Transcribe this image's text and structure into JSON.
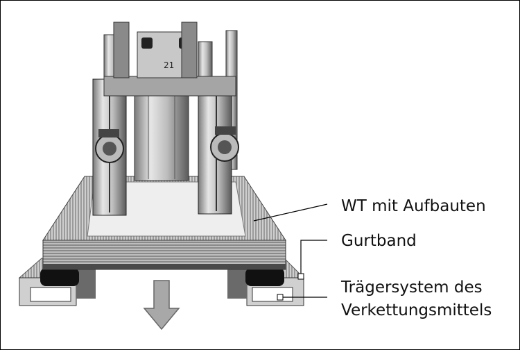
{
  "labels": {
    "wt": "WT mit Aufbauten",
    "gurtband": "Gurtband",
    "traeger_line1": "Trägersystem des",
    "traeger_line2": "Verkettungsmittels"
  },
  "marks": {
    "upright_text": "21"
  },
  "colors": {
    "frame": "#000000",
    "metal_light": "#d8d8d8",
    "metal_mid": "#9a9a9a",
    "metal_dark": "#3a3a3a",
    "belt_black": "#111111",
    "arrow_fill": "#a8a8a8"
  }
}
